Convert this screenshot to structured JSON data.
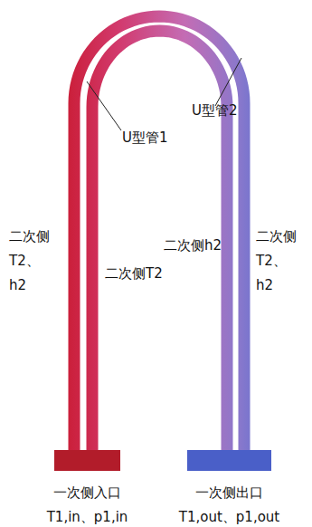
{
  "diagram": {
    "nodes": [
      {
        "text": [
          "一次侧入口",
          "T1,in、p1,in"
        ]
      },
      {
        "text": [
          "一次侧出口",
          "T1,out、p1,out"
        ]
      }
    ],
    "edges": [
      {
        "from": 0,
        "to": 1,
        "arrow": "none"
      },
      {
        "from": 0,
        "to": 1,
        "arrow": "none"
      }
    ],
    "labels": [
      "U型管2",
      "U型管1",
      "二次侧 T2、h2",
      "二次侧T2",
      "二次侧h2",
      "二次侧 T2、h2"
    ]
  }
}
